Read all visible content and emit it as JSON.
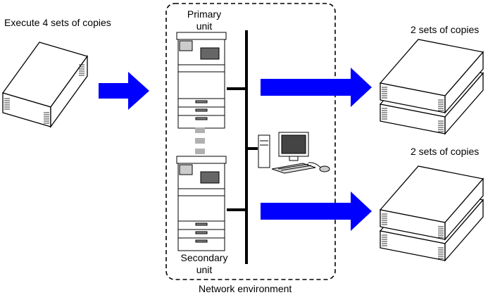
{
  "labels": {
    "execute": "Execute 4 sets of copies",
    "primary_line1": "Primary",
    "primary_line2": "unit",
    "secondary_line1": "Secondary",
    "secondary_line2": "unit",
    "network": "Network environment",
    "output_top": "2 sets of copies",
    "output_bottom": "2 sets of copies"
  },
  "colors": {
    "arrow": "#0000ff",
    "line": "#000000",
    "connector": "#b0b0b0"
  },
  "icons": {
    "input_stack": "paper-stack-icon",
    "copier": "multifunction-printer-icon",
    "computer": "desktop-computer-icon",
    "arrow": "right-arrow-icon"
  }
}
